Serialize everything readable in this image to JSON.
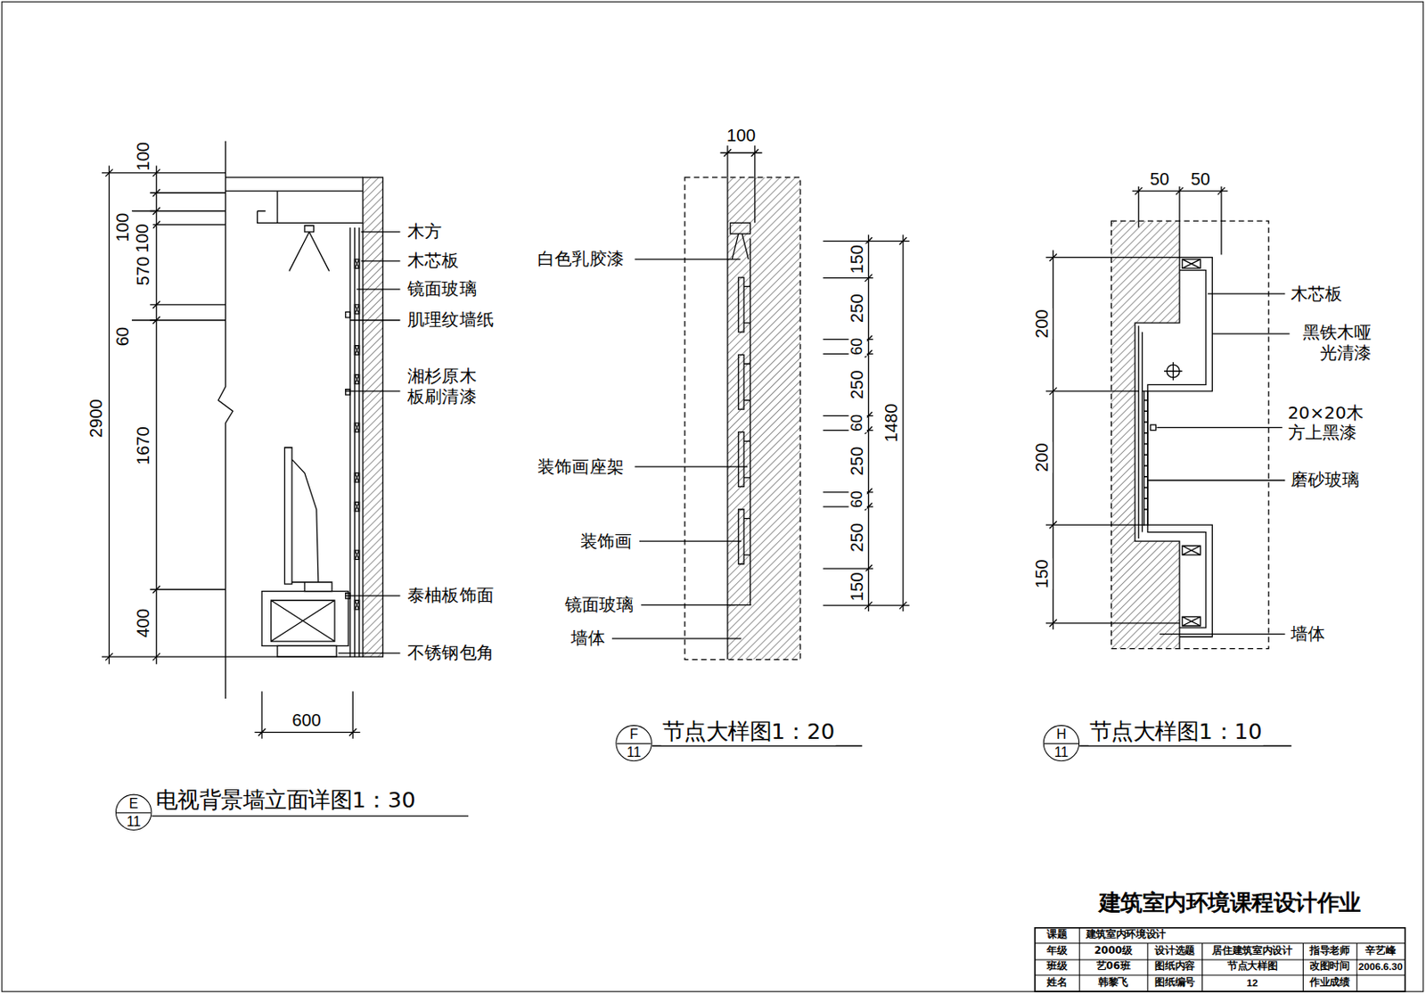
{
  "diagram": {
    "title": "建筑室内环境课程设计作业",
    "nodes": [
      {
        "text": [
          "E",
          "11"
        ]
      },
      {
        "text": [
          "F",
          "11"
        ]
      },
      {
        "text": [
          "H",
          "11"
        ]
      }
    ],
    "labels": [
      "100",
      "100",
      "100",
      "570",
      "60",
      "2900",
      "1670",
      "400",
      "600",
      "木方",
      "木芯板",
      "镜面玻璃",
      "肌理纹墙纸",
      "湘杉原木 板刷清漆",
      "泰柚板饰面",
      "不锈钢包角",
      "电视背景墙立面详图1：30",
      "100",
      "白色乳胶漆",
      "装饰画座架",
      "装饰画",
      "镜面玻璃",
      "墙体",
      "150",
      "250",
      "60",
      "250",
      "60",
      "250",
      "60",
      "250",
      "150",
      "1480",
      "节点大样图1：20",
      "50",
      "50",
      "200",
      "200",
      "150",
      "木芯板",
      "黑铁木哑 光清漆",
      "20×20木 方上黑漆",
      "磨砂玻璃",
      "墙体",
      "节点大样图1：10",
      "课题",
      "建筑室内环境设计",
      "年级",
      "2000级",
      "设计选题",
      "居住建筑室内设计",
      "指导老师",
      "辛艺峰",
      "班级",
      "艺06班",
      "图纸内容",
      "节点大样图",
      "改图时间",
      "2006.6.30",
      "姓名",
      "韩黎飞",
      "图纸编号",
      "12",
      "作业成绩"
    ]
  }
}
